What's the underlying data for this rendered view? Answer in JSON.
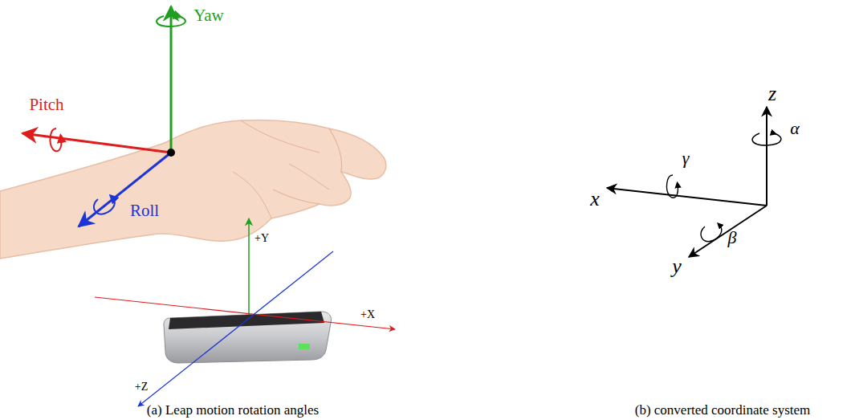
{
  "diagram": {
    "labels": [
      "Yaw",
      "Pitch",
      "Roll",
      "+Y",
      "+X",
      "+Z",
      "z",
      "α",
      "γ",
      "x",
      "β",
      "y",
      "(a) Leap motion rotation angles",
      "(b) converted coordinate system"
    ]
  }
}
